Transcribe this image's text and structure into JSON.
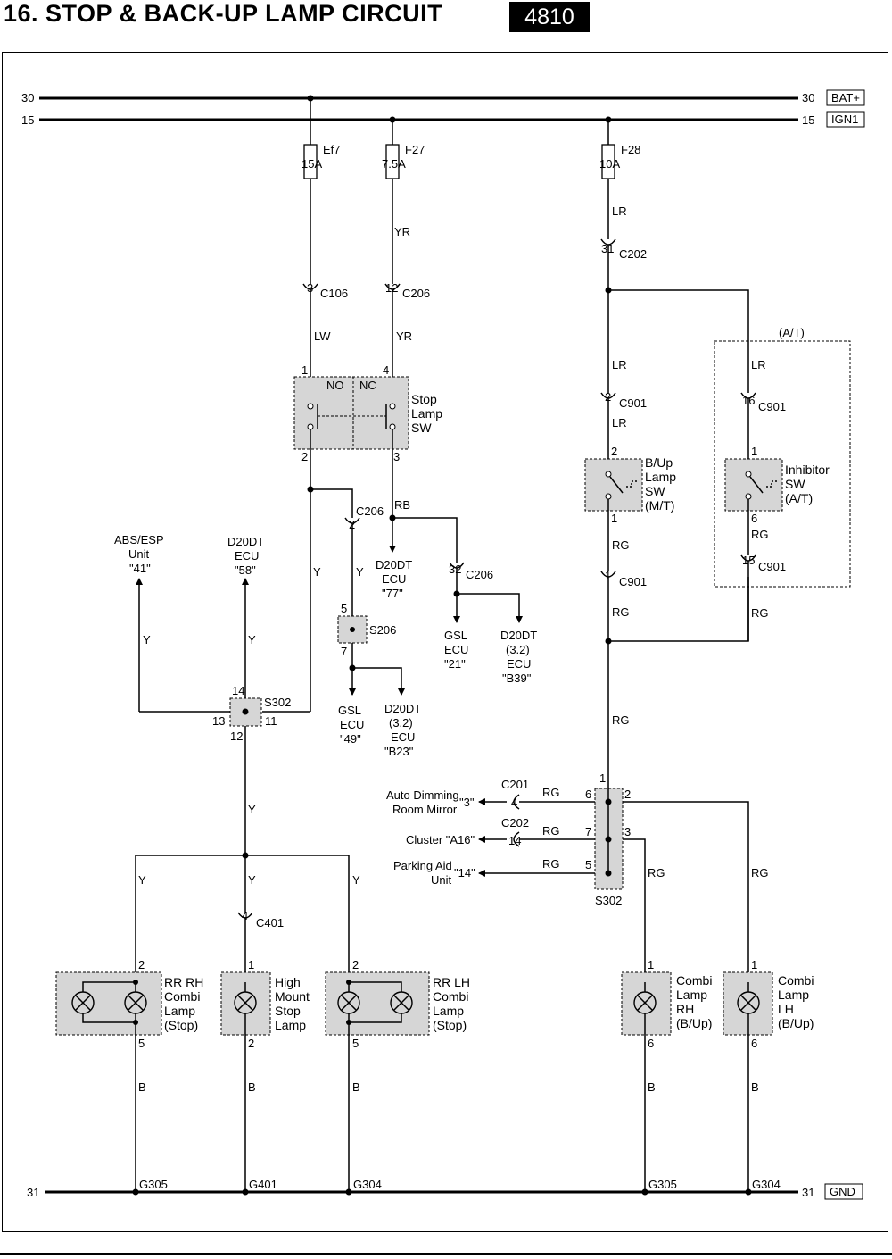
{
  "header": {
    "title": "16. STOP & BACK-UP LAMP CIRCUIT",
    "page_code": "4810"
  },
  "rails": {
    "bat": {
      "num": "30",
      "label": "BAT+"
    },
    "ign": {
      "num": "15",
      "label": "IGN1"
    },
    "gnd": {
      "num": "31",
      "label": "GND"
    }
  },
  "fuses": {
    "ef7": {
      "name": "Ef7",
      "rating": "15A"
    },
    "f27": {
      "name": "F27",
      "rating": "7.5A"
    },
    "f28": {
      "name": "F28",
      "rating": "10A"
    }
  },
  "wires": {
    "lw": "LW",
    "yr": "YR",
    "rb": "RB",
    "y": "Y",
    "lr": "LR",
    "rg": "RG",
    "b": "B"
  },
  "connectors": {
    "c106": "C106",
    "c206": "C206",
    "c202": "C202",
    "c901": "C901",
    "c401": "C401",
    "c201": "C201",
    "s206": "S206",
    "s302": "S302"
  },
  "pins": {
    "p1": "1",
    "p2": "2",
    "p3": "3",
    "p4": "4",
    "p5": "5",
    "p6": "6",
    "p7": "7",
    "p11": "11",
    "p12": "12",
    "p13": "13",
    "p14": "14",
    "p15": "15",
    "p16": "16",
    "p31": "31",
    "p32": "32"
  },
  "stop_lamp_sw": {
    "no": "NO",
    "nc": "NC",
    "l1": "Stop",
    "l2": "Lamp",
    "l3": "SW"
  },
  "bup_sw": {
    "l1": "B/Up",
    "l2": "Lamp",
    "l3": "SW",
    "l4": "(M/T)"
  },
  "inhibitor": {
    "tag": "(A/T)",
    "l1": "Inhibitor",
    "l2": "SW",
    "l3": "(A/T)"
  },
  "abs": {
    "l1": "ABS/ESP",
    "l2": "Unit",
    "l3": "\"41\""
  },
  "ecu58": {
    "l1": "D20DT",
    "l2": "ECU",
    "l3": "\"58\""
  },
  "ecu77": {
    "l1": "D20DT",
    "l2": "ECU",
    "l3": "\"77\""
  },
  "gsl21": {
    "l1": "GSL",
    "l2": "ECU",
    "l3": "\"21\""
  },
  "b39": {
    "l1": "D20DT",
    "l2": "(3.2)",
    "l3": "ECU",
    "l4": "\"B39\""
  },
  "gsl49": {
    "l1": "GSL",
    "l2": "ECU",
    "l3": "\"49\""
  },
  "b23": {
    "l1": "D20DT",
    "l2": "(3.2)",
    "l3": "ECU",
    "l4": "\"B23\""
  },
  "mirror": {
    "l1": "Auto Dimming",
    "l2": "Room Mirror",
    "pin": "\"3\""
  },
  "cluster": {
    "label": "Cluster \"A16\""
  },
  "parking": {
    "l1": "Parking Aid",
    "l2": "Unit",
    "pin": "\"14\""
  },
  "lamps": {
    "rr_rh": {
      "l1": "RR RH",
      "l2": "Combi",
      "l3": "Lamp",
      "l4": "(Stop)"
    },
    "hmsl": {
      "l1": "High",
      "l2": "Mount",
      "l3": "Stop",
      "l4": "Lamp"
    },
    "rr_lh": {
      "l1": "RR LH",
      "l2": "Combi",
      "l3": "Lamp",
      "l4": "(Stop)"
    },
    "combi_rh": {
      "l1": "Combi",
      "l2": "Lamp",
      "l3": "RH",
      "l4": "(B/Up)"
    },
    "combi_lh": {
      "l1": "Combi",
      "l2": "Lamp",
      "l3": "LH",
      "l4": "(B/Up)"
    }
  },
  "grounds": {
    "g305": "G305",
    "g401": "G401",
    "g304": "G304"
  }
}
